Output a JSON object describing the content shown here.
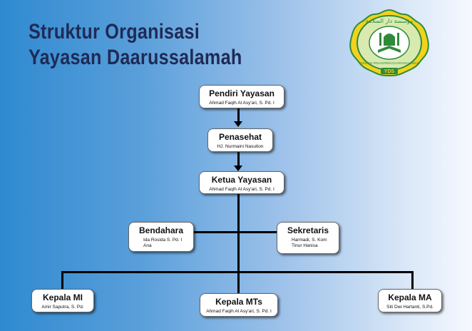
{
  "title": {
    "line1": "Struktur Organisasi",
    "line2": "Yayasan Daarussalamah"
  },
  "logo": {
    "icon": "foundation-seal-logo",
    "ring_text": "PONDOK PESANTREN DAARUSSALAMAH",
    "arabic_text": "مؤسسة دار السلامة",
    "badge": "YDS",
    "colors": {
      "green": "#2f8b3a",
      "yellow": "#f2d21e",
      "ring": "#d9eab0"
    }
  },
  "org": {
    "pendiri": {
      "role": "Pendiri Yayasan",
      "name": "Ahmad Faqih Al Asy'ari, S. Pd. I"
    },
    "penasehat": {
      "role": "Penasehat",
      "name": "HJ. Nurmaini Nasution"
    },
    "ketua": {
      "role": "Ketua Yayasan",
      "name": "Ahmad Faqih Al Asy'ari, S. Pd. I"
    },
    "bendahara": {
      "role": "Bendahara",
      "names": [
        "Ida Rosida S. Pd. I",
        "Ana"
      ]
    },
    "sekretaris": {
      "role": "Sekretaris",
      "names": [
        "Harmadi, S. Kom",
        "Tinur Hanisa"
      ]
    },
    "kepala_mi": {
      "role": "Kepala MI",
      "name": "Amir Saputra, S. Pd."
    },
    "kepala_mts": {
      "role": "Kepala MTs",
      "name": "Ahmad Faqih Al Asy'ari, S. Pd. I"
    },
    "kepala_ma": {
      "role": "Kepala MA",
      "name": "Siti Dwi Hartanti, S.Pd."
    }
  }
}
